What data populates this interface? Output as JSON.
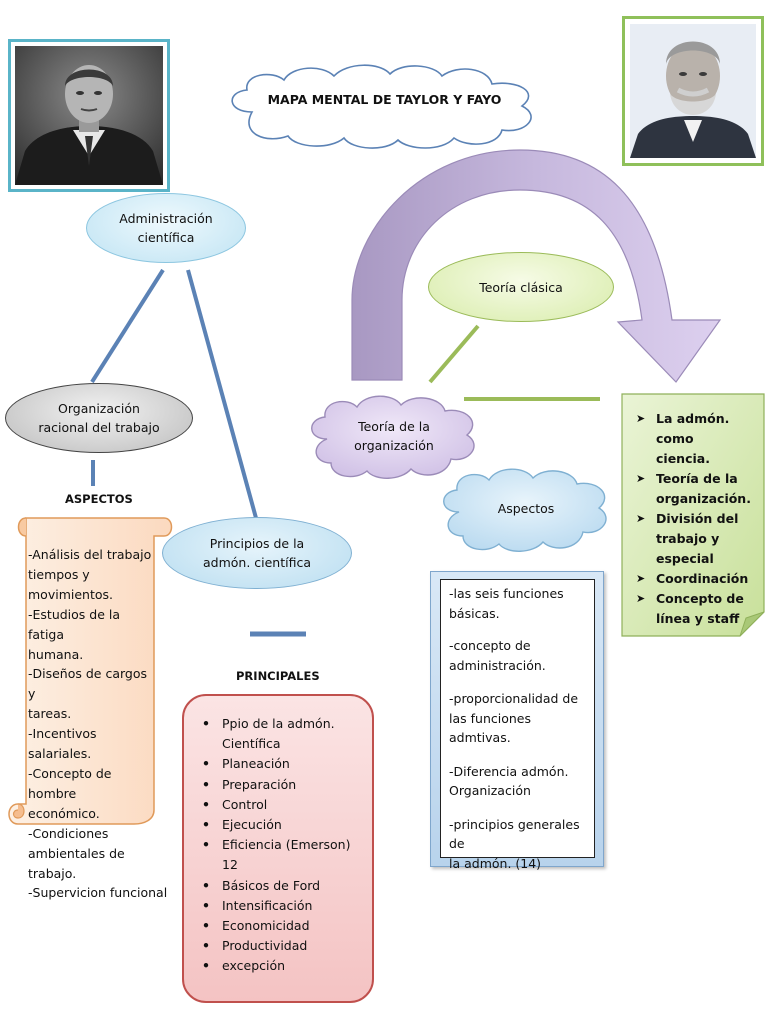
{
  "title": "MAPA MENTAL DE TAYLOR Y FAYO",
  "nodes": {
    "admin_cientifica": "Administración\ncientífica",
    "organizacion": "Organización\nracional del trabajo",
    "principios": "Principios de la\nadmón. científica",
    "teoria_clasica": "Teoría clásica",
    "teoria_organizacion": "Teoría de la\norganización",
    "aspectos_cloud": "Aspectos"
  },
  "headings": {
    "aspectos": "ASPECTOS",
    "principales": "PRINCIPALES"
  },
  "aspectos_items": [
    "-Análisis del trabajo",
    "tiempos y",
    "movimientos.",
    "-Estudios de la fatiga",
    "humana.",
    "-Diseños de cargos y",
    "tareas.",
    "-Incentivos salariales.",
    "-Concepto de hombre",
    "económico.",
    "-Condiciones",
    "ambientales de",
    "trabajo.",
    "-Supervicion funcional"
  ],
  "principales_items": [
    "Ppio de la admón.\nCientífica",
    "Planeación",
    "Preparación",
    "Control",
    "Ejecución",
    "Eficiencia (Emerson)\n12",
    "Básicos de Ford",
    "Intensificación",
    "Economicidad",
    "Productividad",
    "excepción"
  ],
  "funciones_items": [
    "-las seis funciones\nbásicas.",
    "-concepto de\nadministración.",
    "-proporcionalidad de\nlas funciones admtivas.",
    "-Diferencia admón.\nOrganización",
    "-principios generales de\nla admón. (14)"
  ],
  "fayol_items": [
    "La admón. como\nciencia.",
    "Teoría de la\norganización.",
    "División del\ntrabajo y\nespecial",
    "Coordinación",
    "Concepto de\nlínea y staff"
  ],
  "colors": {
    "blue_line": "#5b82b5",
    "green_line": "#9bbb59",
    "blue_ellipse": "#d9f0fa",
    "gray_ellipse": "#d8d8d8",
    "green_ellipse": "#e8f4c2",
    "lavender": "#ddd0ee",
    "arrow": "#b6a5cf",
    "scroll": "#fde9d9",
    "pink_box": "#f9d3d3",
    "note_green": "#d7e9b4"
  },
  "icons": {
    "taylor_photo": "portrait-photo-taylor",
    "fayol_photo": "portrait-photo-fayol"
  }
}
